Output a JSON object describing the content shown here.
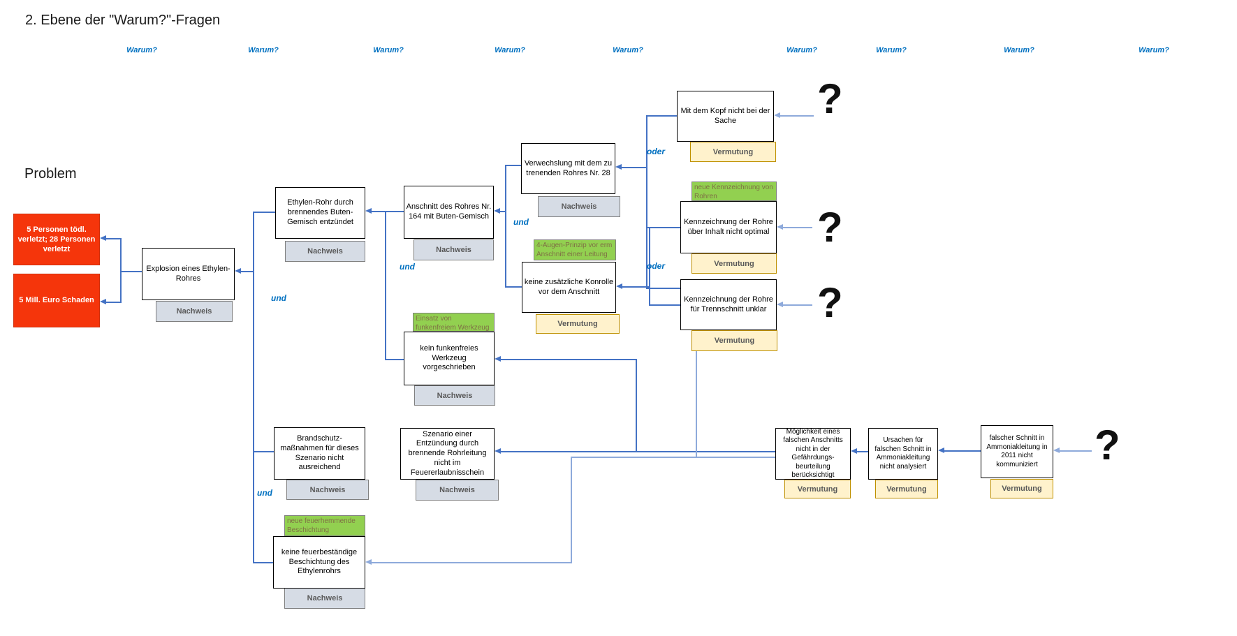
{
  "title": "2. Ebene der \"Warum?\"-Fragen",
  "problem_label": "Problem",
  "warum_labels": [
    "Warum?",
    "Warum?",
    "Warum?",
    "Warum?",
    "Warum?",
    "Warum?",
    "Warum?",
    "Warum?",
    "Warum?"
  ],
  "logic_labels": {
    "und": "und",
    "oder": "oder"
  },
  "tag_labels": {
    "nachweis": "Nachweis",
    "vermutung": "Vermutung"
  },
  "question_mark": "?",
  "colors": {
    "connector_blue": "#4472C4",
    "connector_light_blue": "#8EAADB",
    "label_blue": "#0070C0",
    "problem_red": "#F5350B",
    "nachweis_fill": "#D6DCE5",
    "vermutung_fill": "#FFF2CC",
    "measure_green": "#92D050"
  },
  "problem_boxes": {
    "injuries": "5 Personen tödl. verletzt; 28 Personen verletzt",
    "damage": "5 Mill. Euro Schaden"
  },
  "nodes": {
    "explosion": "Explosion eines Ethylen-Rohres",
    "ethylen": "Ethylen-Rohr durch brennendes Buten-Gemisch entzündet",
    "anschnitt": "Anschnitt des Rohres Nr. 164 mit Buten-Gemisch",
    "verwechslung": "Verwechslung mit dem  zu trenenden Rohres Nr. 28",
    "kopf": "Mit dem Kopf nicht bei der Sache",
    "inhalt": "Kennzeichnung der Rohre über Inhalt nicht optimal",
    "trennschnitt": "Kennzeichnung der Rohre für Trennschnitt unklar",
    "kontrolle": "keine zusätzliche Konrolle vor dem Anschnitt",
    "funkenfrei": "kein funkenfreies Werkzeug vorgeschrieben",
    "brandschutz": "Brandschutz-maßnahmen für dieses Szenario nicht ausreichend",
    "szenario": "Szenario einer Entzündung durch brennende Rohrleitung nicht im Feuererlaubnisschein",
    "beschichtung": "keine feuerbeständige Beschichtung des Ethylenrohrs",
    "moeglichkeit": "Möglichkeit eines falschen Anschnitts nicht in der Gefährdungs-beurteilung berücksichtigt",
    "ursachen": "Ursachen für falschen Schnitt in Ammoniakleitung nicht analysiert",
    "falscher_schnitt": "falscher Schnitt in Ammoniakleitung in 2011 nicht kommuniziert"
  },
  "measures": {
    "vier_augen": "4-Augen-Prinzip vor erm Anschnitt einer Leitung",
    "kennzeichnung": "neue Kennzeichnung von Rohren",
    "funkenfrei": "Einsatz von funkenfreiem Werkzeug",
    "beschichtung": "neue feuerhemmende Beschichtung"
  }
}
